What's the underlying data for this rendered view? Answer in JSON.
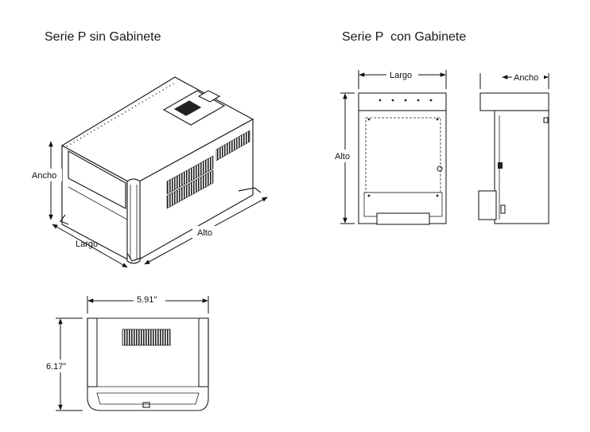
{
  "titles": {
    "without_cabinet": "Serie P sin Gabinete",
    "with_cabinet": "Serie P  con Gabinete"
  },
  "dimensions": {
    "iso_width": "Ancho",
    "iso_length": "Largo",
    "iso_height": "Alto",
    "cab_length": "Largo",
    "cab_height": "Alto",
    "cab_width": "Ancho",
    "top_width": "5.91\"",
    "top_depth": "6.17\""
  }
}
